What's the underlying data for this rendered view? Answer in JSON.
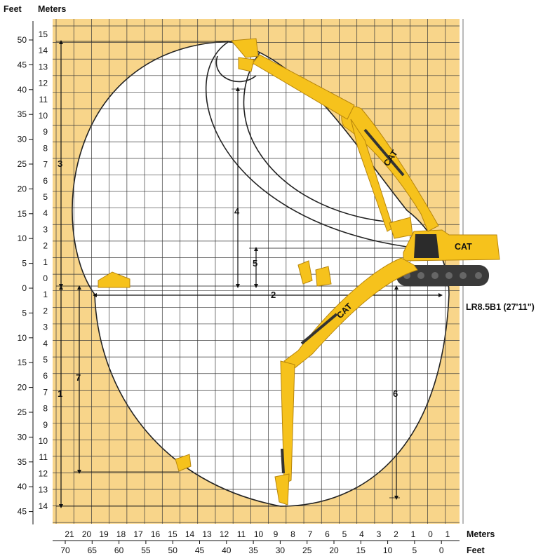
{
  "headers": {
    "feet_left": "Feet",
    "meters_left": "Meters",
    "meters_bottom": "Meters",
    "feet_bottom": "Feet"
  },
  "left_feet_ticks": [
    "50",
    "45",
    "40",
    "35",
    "30",
    "25",
    "20",
    "15",
    "10",
    "5",
    "0",
    "5",
    "10",
    "15",
    "20",
    "25",
    "30",
    "35",
    "40",
    "45"
  ],
  "left_meter_ticks": [
    "15",
    "14",
    "13",
    "12",
    "11",
    "10",
    "9",
    "8",
    "7",
    "6",
    "5",
    "4",
    "3",
    "2",
    "1",
    "0",
    "1",
    "2",
    "3",
    "4",
    "5",
    "6",
    "7",
    "8",
    "9",
    "10",
    "11",
    "12",
    "13",
    "14"
  ],
  "bottom_meter_ticks": [
    "21",
    "20",
    "19",
    "18",
    "17",
    "16",
    "15",
    "14",
    "13",
    "12",
    "11",
    "10",
    "9",
    "8",
    "7",
    "6",
    "5",
    "4",
    "3",
    "2",
    "1",
    "0",
    "1"
  ],
  "bottom_feet_ticks": [
    "70",
    "65",
    "60",
    "55",
    "50",
    "45",
    "40",
    "35",
    "30",
    "25",
    "20",
    "15",
    "10",
    "5",
    "0"
  ],
  "dimension_labels": [
    "1",
    "2",
    "3",
    "4",
    "5",
    "6",
    "7"
  ],
  "stick_label": "LR8.5B1 (27'11\")",
  "brand_mark": "CAT",
  "colors": {
    "background_band": "#f8d58a",
    "grid_area": "#ffffff",
    "grid_line": "#3a3a3a",
    "machine_yellow": "#f6c21c",
    "machine_outline": "#b8860b",
    "track": "#3a3a3a"
  }
}
